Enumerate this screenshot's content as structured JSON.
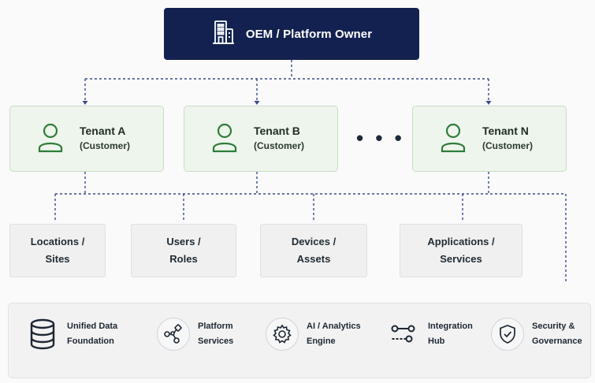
{
  "owner": {
    "title": "OEM / Platform Owner",
    "icon": "building-icon"
  },
  "tenants": [
    {
      "name": "Tenant A",
      "sub": "(Customer)",
      "icon": "user-icon"
    },
    {
      "name": "Tenant B",
      "sub": "(Customer)",
      "icon": "user-icon"
    },
    {
      "name": "Tenant N",
      "sub": "(Customer)",
      "icon": "user-icon"
    }
  ],
  "ellipsis": "• • •",
  "resources": [
    {
      "line1": "Locations /",
      "line2": "Sites"
    },
    {
      "line1": "Users /",
      "line2": "Roles"
    },
    {
      "line1": "Devices /",
      "line2": "Assets"
    },
    {
      "line1": "Applications /",
      "line2": "Services"
    }
  ],
  "capabilities": [
    {
      "line1": "Unified Data",
      "line2": "Foundation",
      "icon": "database-icon"
    },
    {
      "line1": "Platform",
      "line2": "Services",
      "icon": "network-icon"
    },
    {
      "line1": "AI / Analytics",
      "line2": "Engine",
      "icon": "gear-icon"
    },
    {
      "line1": "Integration",
      "line2": "Hub",
      "icon": "integration-icon"
    },
    {
      "line1": "Security &",
      "line2": "Governance",
      "icon": "shield-check-icon"
    }
  ],
  "colors": {
    "owner_bg": "#12214f",
    "tenant_bg": "#eef5ec",
    "tenant_border": "#c9ddc6",
    "tenant_icon": "#2f7d3a",
    "connector": "#3b4a8a"
  }
}
